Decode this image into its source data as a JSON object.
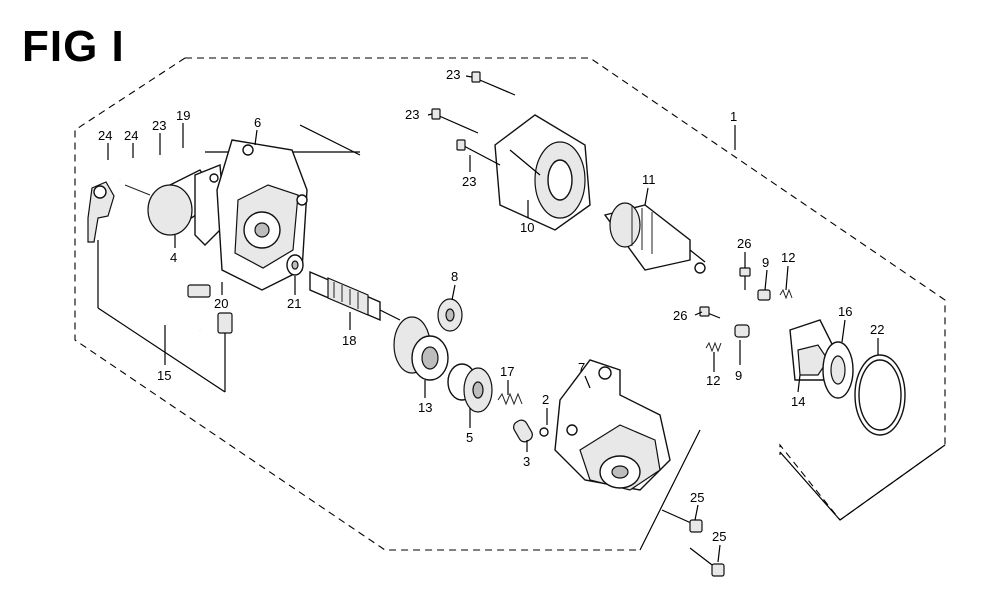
{
  "title": "FIG I",
  "labels": [
    {
      "id": "1",
      "text": "1"
    },
    {
      "id": "2",
      "text": "2"
    },
    {
      "id": "3",
      "text": "3"
    },
    {
      "id": "4",
      "text": "4"
    },
    {
      "id": "5",
      "text": "5"
    },
    {
      "id": "6",
      "text": "6"
    },
    {
      "id": "7",
      "text": "7"
    },
    {
      "id": "8",
      "text": "8"
    },
    {
      "id": "9a",
      "text": "9"
    },
    {
      "id": "9b",
      "text": "9"
    },
    {
      "id": "10",
      "text": "10"
    },
    {
      "id": "11",
      "text": "11"
    },
    {
      "id": "12a",
      "text": "12"
    },
    {
      "id": "12b",
      "text": "12"
    },
    {
      "id": "13",
      "text": "13"
    },
    {
      "id": "14",
      "text": "14"
    },
    {
      "id": "15",
      "text": "15"
    },
    {
      "id": "16",
      "text": "16"
    },
    {
      "id": "17",
      "text": "17"
    },
    {
      "id": "18",
      "text": "18"
    },
    {
      "id": "19",
      "text": "19"
    },
    {
      "id": "20",
      "text": "20"
    },
    {
      "id": "21",
      "text": "21"
    },
    {
      "id": "22",
      "text": "22"
    },
    {
      "id": "23a",
      "text": "23"
    },
    {
      "id": "23b",
      "text": "23"
    },
    {
      "id": "23c",
      "text": "23"
    },
    {
      "id": "23d",
      "text": "23"
    },
    {
      "id": "24a",
      "text": "24"
    },
    {
      "id": "24b",
      "text": "24"
    },
    {
      "id": "25a",
      "text": "25"
    },
    {
      "id": "25b",
      "text": "25"
    },
    {
      "id": "26a",
      "text": "26"
    },
    {
      "id": "26b",
      "text": "26"
    }
  ]
}
